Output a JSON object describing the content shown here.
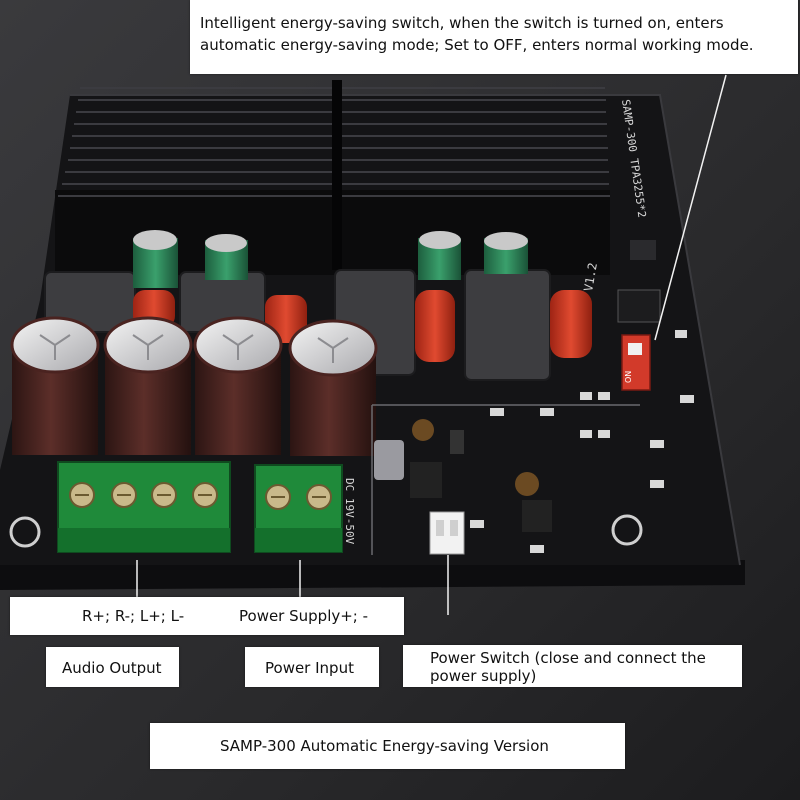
{
  "photo": {
    "subject": "SAMP-300 amplifier board",
    "colors": {
      "background": "#2b2b2d",
      "pcb": "#141416",
      "heatsink": "#101012",
      "terminal": "#1f8a3a",
      "capacitor": "#4a2320",
      "film_cap": "#c8321e",
      "small_cap": "#2e8a5a",
      "dip_switch": "#d23a2a"
    },
    "silkscreen": {
      "model": "SAMP-300 TPA3255*2",
      "version": "V1.2",
      "dc_input": "DC 19V-50V",
      "switch_on": "ON"
    }
  },
  "annotations": {
    "energy_saving_switch": "Intelligent energy-saving switch, when the switch is turned on, enters automatic energy-saving mode; Set to OFF, enters normal working mode.",
    "output_terminals": "R+; R-; L+; L-",
    "power_terminals": "Power Supply+; -",
    "audio_output": "Audio Output",
    "power_input": "Power Input",
    "power_switch": "Power Switch (close and connect the power supply)",
    "version": "SAMP-300 Automatic Energy-saving Version"
  }
}
